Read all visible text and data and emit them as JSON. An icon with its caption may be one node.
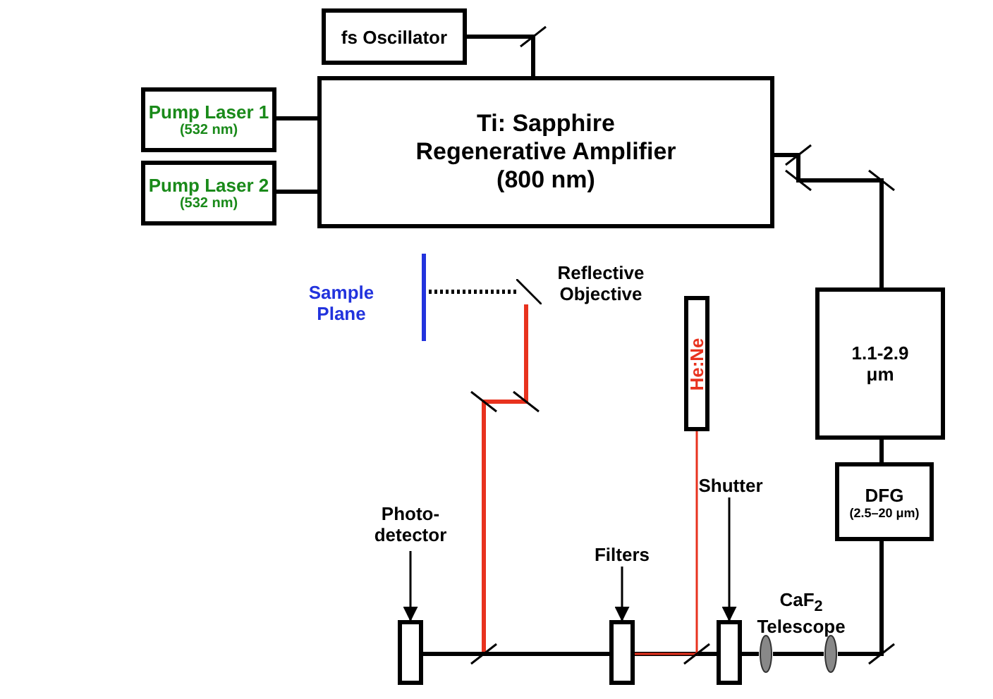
{
  "diagram": {
    "nodes": [
      {
        "text": [
          "fs Oscillator"
        ]
      },
      {
        "text": [
          "Pump Laser 1",
          "(532 nm)"
        ]
      },
      {
        "text": [
          "Pump Laser 2",
          "(532 nm)"
        ]
      },
      {
        "text": [
          "Ti: Sapphire Regenerative Amplifier (800 nm)"
        ]
      },
      {
        "text": [
          "1.1-2.9 μm"
        ]
      },
      {
        "text": [
          "DFG",
          "(2.5–20 μm)"
        ]
      },
      {
        "text": [
          "Shutter"
        ]
      },
      {
        "text": [],
        "shape": "box"
      },
      {
        "text": [
          "Filters"
        ]
      },
      {
        "text": [],
        "shape": "box"
      },
      {
        "text": [
          "Photo-detector"
        ]
      },
      {
        "text": [],
        "shape": "box"
      },
      {
        "text": [
          "He:Ne"
        ]
      },
      {
        "text": [],
        "shape": "bar",
        "beside": [
          "Sample Plane"
        ]
      },
      {
        "text": [],
        "shape": "mirror",
        "beside": [
          "Reflective Objective"
        ]
      },
      {
        "text": [],
        "shape": "lens"
      },
      {
        "text": [],
        "shape": "lens"
      }
    ],
    "edges": [
      {
        "from": 0,
        "to": 3,
        "arrow": "none"
      },
      {
        "from": 1,
        "to": 3,
        "arrow": "none"
      },
      {
        "from": 2,
        "to": 3,
        "arrow": "none"
      },
      {
        "from": 3,
        "to": 4,
        "arrow": "none"
      },
      {
        "from": 4,
        "to": 5,
        "arrow": "none"
      },
      {
        "from": 5,
        "to": 16,
        "arrow": "none"
      },
      {
        "from": 16,
        "to": 15,
        "arrow": "none"
      },
      {
        "from": 15,
        "to": 11,
        "arrow": "none"
      },
      {
        "from": 11,
        "to": 9,
        "arrow": "none"
      },
      {
        "from": 9,
        "to": 14,
        "arrow": "none",
        "color": "#e8321e"
      },
      {
        "from": 14,
        "to": 13,
        "arrow": "none",
        "style": "dashed"
      },
      {
        "from": 12,
        "to": 9,
        "arrow": "none",
        "color": "#e8321e"
      },
      {
        "from": 9,
        "to": 7,
        "arrow": "none"
      },
      {
        "from": 6,
        "to": 11,
        "arrow": "to"
      },
      {
        "from": 8,
        "to": 9,
        "arrow": "to"
      },
      {
        "from": 10,
        "to": 7,
        "arrow": "to"
      }
    ],
    "labels": [
      "CaF$_{2}$ Telescope"
    ]
  }
}
